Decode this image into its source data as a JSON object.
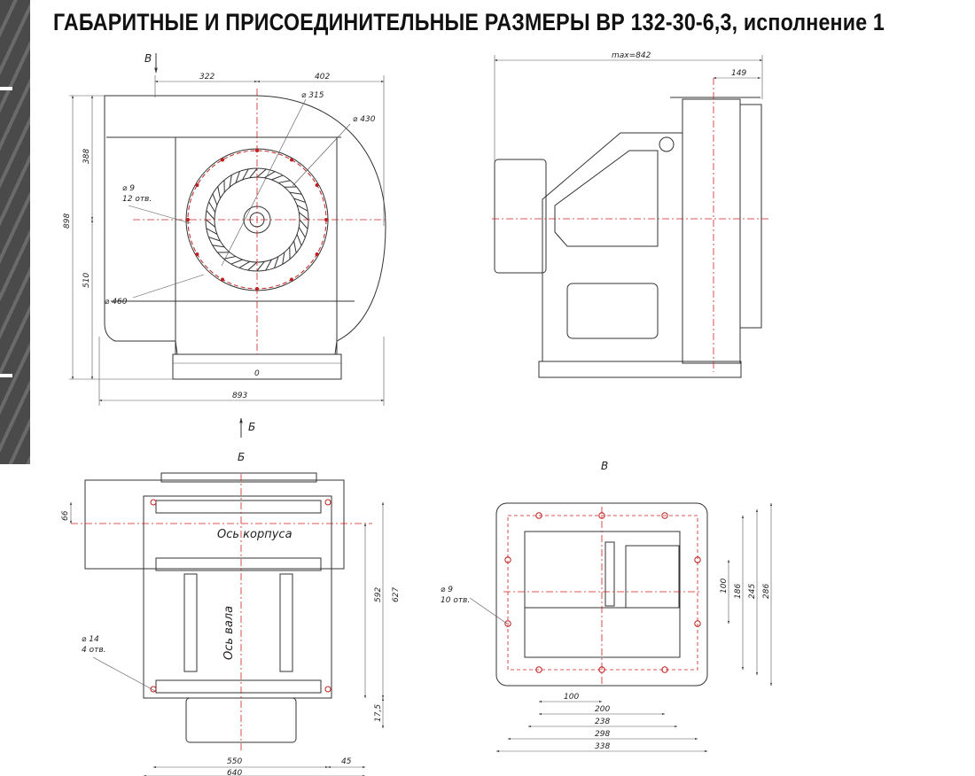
{
  "title": "ГАБАРИТНЫЕ И ПРИСОЕДИНИТЕЛЬНЫЕ РАЗМЕРЫ ВР 132-30-6,3, исполнение 1",
  "views": {
    "front": {
      "view_arrow_top": "В",
      "view_arrow_bottom": "Б",
      "dims": {
        "d322": "322",
        "d402": "402",
        "d388": "388",
        "d898": "898",
        "d510": "510",
        "d893": "893",
        "dia315": "⌀ 315",
        "dia430": "⌀ 430",
        "dia460": "⌀ 460",
        "hole_dia": "⌀ 9",
        "hole_count": "12 отв."
      }
    },
    "side": {
      "dims": {
        "max842": "max=842",
        "d149": "149"
      }
    },
    "bottom": {
      "view_label": "Б",
      "axis_body": "Ось корпуса",
      "axis_shaft": "Ось вала",
      "dims": {
        "d66": "66",
        "d592": "592",
        "d627": "627",
        "d17_5": "17,5",
        "d550": "550",
        "d45": "45",
        "d640": "640",
        "hole_dia": "⌀ 14",
        "hole_count": "4 отв."
      }
    },
    "flange": {
      "view_label": "В",
      "dims": {
        "hole_dia": "⌀ 9",
        "hole_count": "10 отв.",
        "d100h": "100",
        "d186": "186",
        "d245": "245",
        "d286": "286",
        "d100": "100",
        "d200": "200",
        "d238": "238",
        "d298": "298",
        "d338": "338"
      }
    }
  }
}
